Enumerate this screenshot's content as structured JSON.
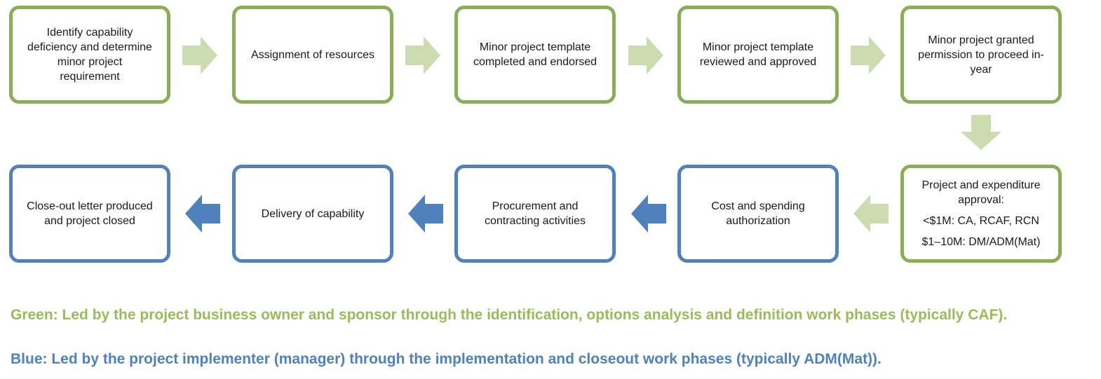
{
  "colors": {
    "green_border": "#8aad57",
    "green_arrow": "#cddcb0",
    "green_text": "#9bbb59",
    "blue_border": "#4f81bd",
    "blue_arrow": "#4f81bd",
    "blue_text": "#4f81bd"
  },
  "steps": [
    {
      "text": "Identify capability deficiency and determine minor project requirement",
      "lines": [
        "Identify capability",
        "deficiency and determine",
        "minor project",
        "requirement"
      ],
      "group": "green"
    },
    {
      "text": "Assignment of resources",
      "lines": [
        "Assignment of resources"
      ],
      "group": "green"
    },
    {
      "text": "Minor project template completed and endorsed",
      "lines": [
        "Minor project template",
        "completed and endorsed"
      ],
      "group": "green"
    },
    {
      "text": "Minor project template reviewed and approved",
      "lines": [
        "Minor project template",
        "reviewed and approved"
      ],
      "group": "green"
    },
    {
      "text": "Minor project granted permission to proceed in-year",
      "lines": [
        "Minor project granted",
        "permission to proceed in-",
        "year"
      ],
      "group": "green"
    },
    {
      "text": "Project and expenditure approval:",
      "lines": [
        "Project and expenditure",
        "approval:"
      ],
      "sublines": [
        "<$1M: CA, RCAF, RCN",
        "$1–10M: DM/ADM(Mat)"
      ],
      "group": "green"
    },
    {
      "text": "Cost and spending authorization",
      "lines": [
        "Cost and spending",
        "authorization"
      ],
      "group": "blue"
    },
    {
      "text": "Procurement and contracting activities",
      "lines": [
        "Procurement and",
        "contracting activities"
      ],
      "group": "blue"
    },
    {
      "text": "Delivery of capability",
      "lines": [
        "Delivery of capability"
      ],
      "group": "blue"
    },
    {
      "text": "Close-out letter produced and project closed",
      "lines": [
        "Close-out letter produced",
        "and project closed"
      ],
      "group": "blue"
    }
  ],
  "legend": {
    "green": "Green: Led by the project business owner and sponsor through the identification, options analysis and definition work phases (typically CAF).",
    "blue": "Blue: Led by the project implementer (manager) through the implementation and closeout work phases (typically ADM(Mat))."
  }
}
